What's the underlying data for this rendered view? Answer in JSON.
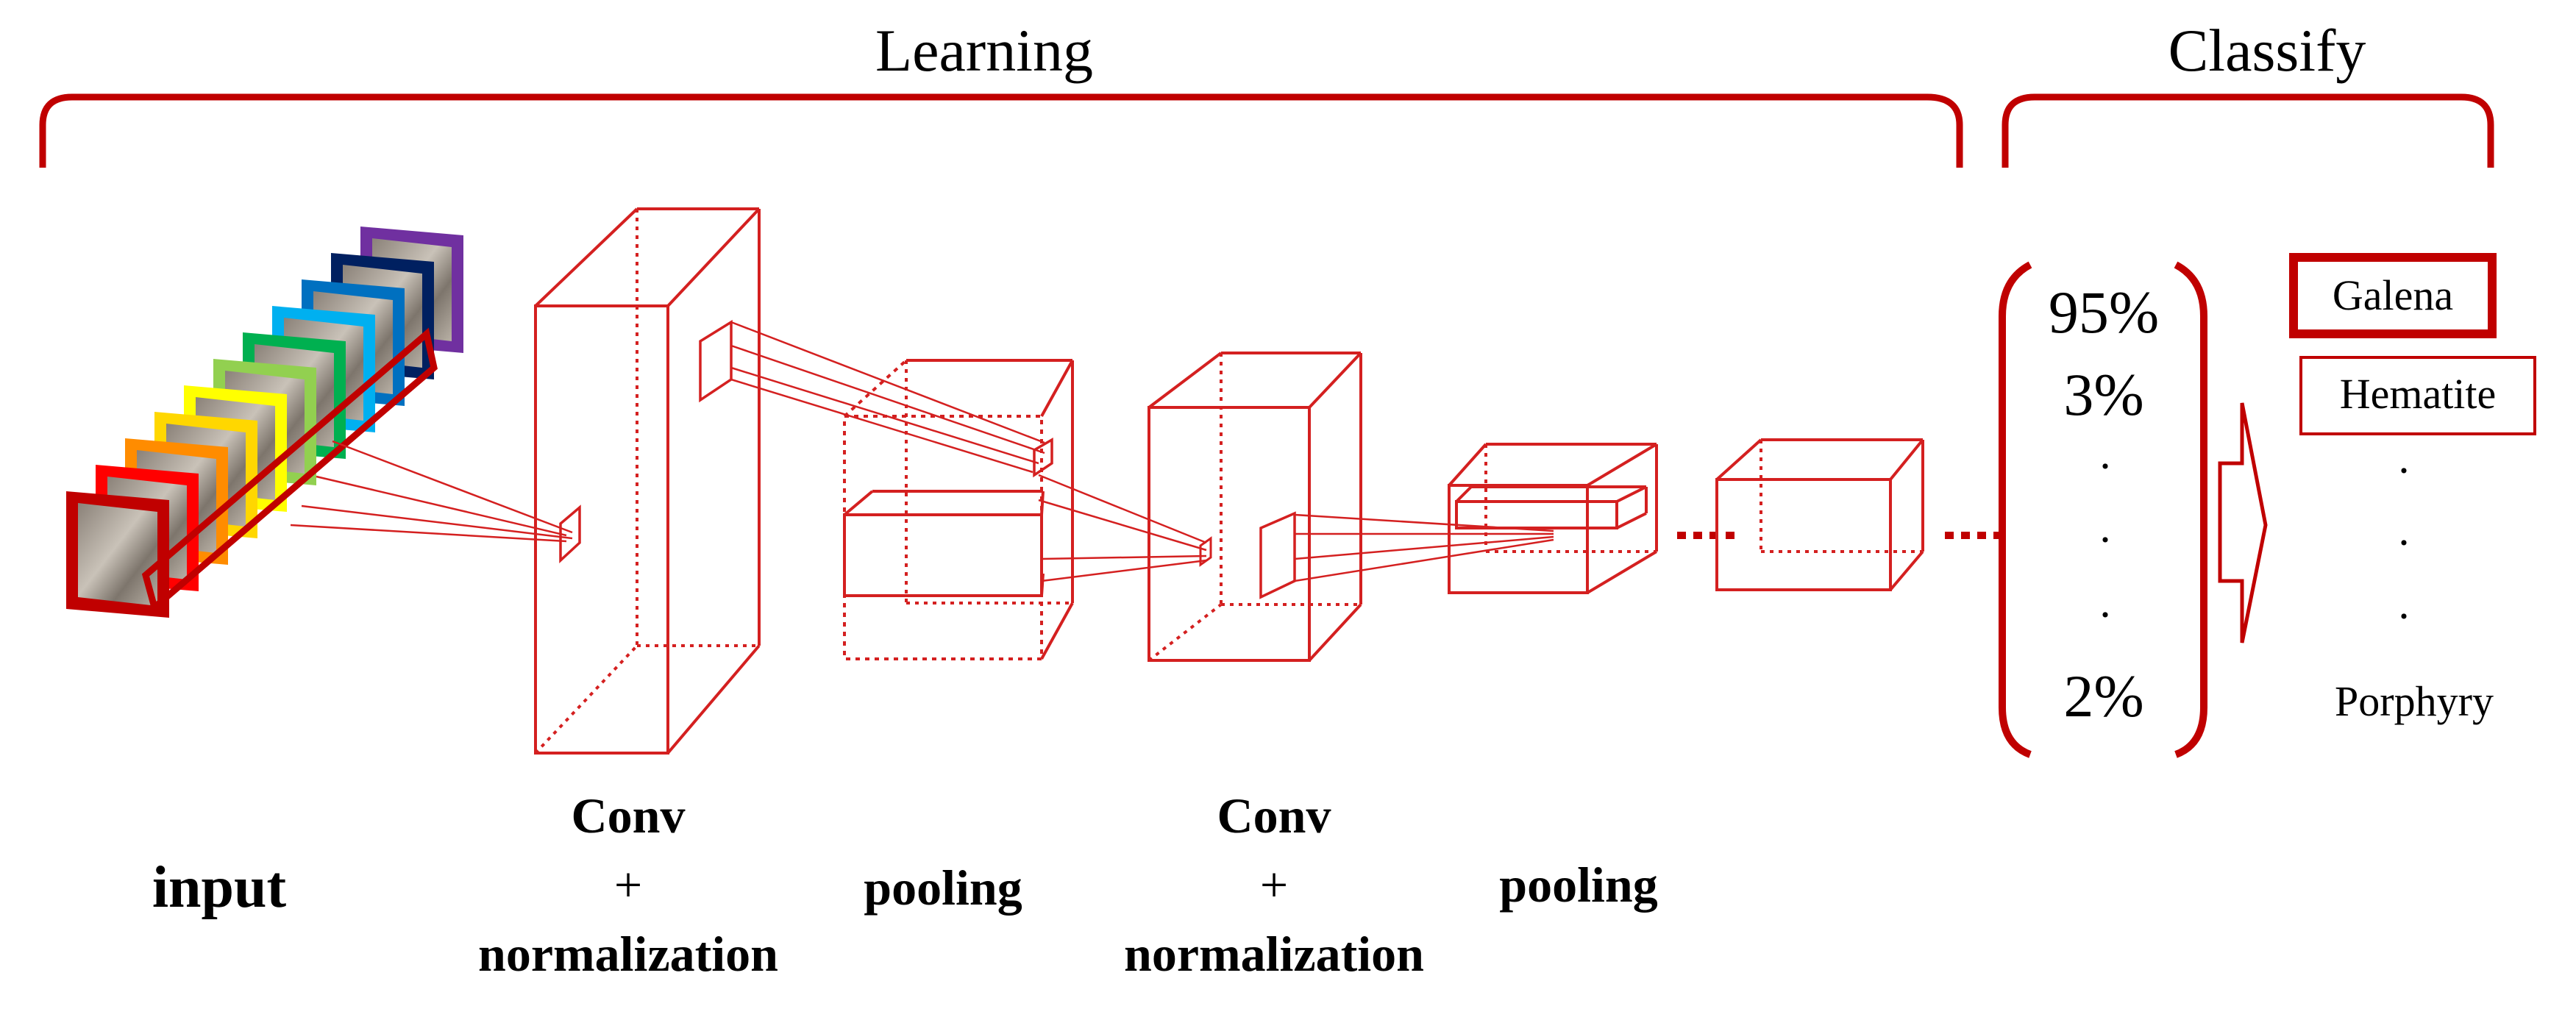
{
  "sections": {
    "learning": "Learning",
    "classify": "Classify"
  },
  "stages": {
    "input": "input",
    "conv1": {
      "line1": "Conv",
      "line2": "+",
      "line3": "normalization"
    },
    "pool1": "pooling",
    "conv2": {
      "line1": "Conv",
      "line2": "+",
      "line3": "normalization"
    },
    "pool2": "pooling"
  },
  "probabilities": [
    "95%",
    "3%",
    "2%"
  ],
  "classes": {
    "top": "Galena",
    "second": "Hematite",
    "last": "Porphyry"
  },
  "ellipsis": "·",
  "colors": {
    "accent": "#c00000",
    "input_frames": [
      "#c00000",
      "#ff0000",
      "#ff8c00",
      "#ffd700",
      "#ffff00",
      "#92d050",
      "#00b050",
      "#00b0f0",
      "#0070c0",
      "#002060",
      "#7030a0"
    ]
  }
}
